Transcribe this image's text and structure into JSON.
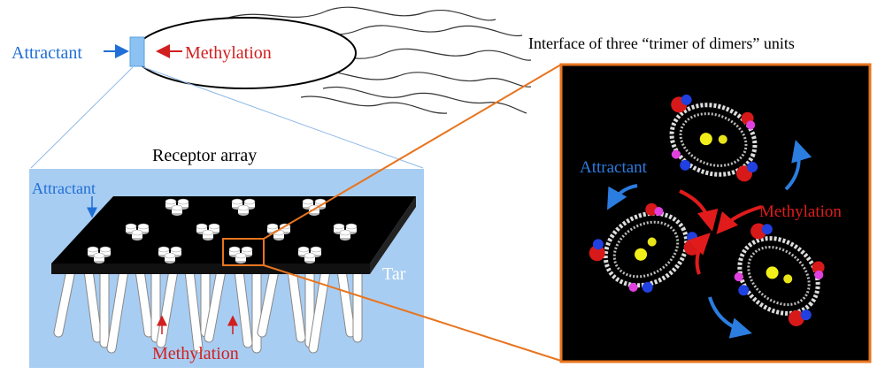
{
  "cell": {
    "attractant_label": "Attractant",
    "methylation_label": "Methylation"
  },
  "array_panel": {
    "title": "Receptor array",
    "attractant_label": "Attractant",
    "receptor_label": "Tar",
    "methylation_label": "Methylation"
  },
  "interface_panel": {
    "title": "Interface of three “trimer of dimers” units",
    "attractant_label": "Attractant",
    "methylation_label": "Methylation"
  },
  "colors": {
    "attractant_blue": "#1f6fd6",
    "methylation_red": "#d11f1f",
    "array_background": "#a8cdf2",
    "highlight_orange": "#e8741e",
    "receptor_blue": "#2b7de0"
  }
}
